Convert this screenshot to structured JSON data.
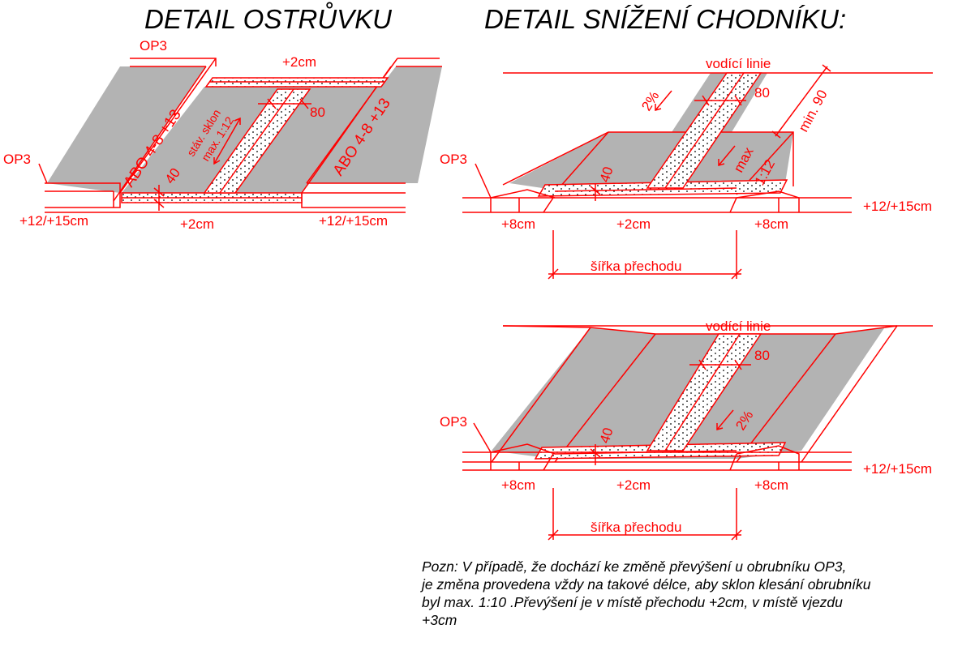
{
  "titles": {
    "island": "DETAIL OSTRŮVKU",
    "sidewalk": "DETAIL SNÍŽENÍ CHODNÍKU:"
  },
  "island": {
    "op3_top": "OP3",
    "op3_left": "OP3",
    "plus2_top": "+2cm",
    "plus2_bottom": "+2cm",
    "curb_left": "+12/+15cm",
    "curb_right": "+12/+15cm",
    "abo_left": "ABO 4-8 +13",
    "abo_right": "ABO 4-8 +13",
    "slope_1": "stáv. sklon",
    "slope_2": "max. 1:12",
    "dim_80": "80",
    "dim_40": "40"
  },
  "lowering1": {
    "guide": "vodící linie",
    "op3": "OP3",
    "pct": "2%",
    "dim_80": "80",
    "dim_40": "40",
    "min90": "min. 90",
    "max_1": "max",
    "max_2": "1:12",
    "curb": "+12/+15cm",
    "plus8_left": "+8cm",
    "plus2": "+2cm",
    "plus8_right": "+8cm",
    "width": "šířka přechodu"
  },
  "lowering2": {
    "guide": "vodící linie",
    "op3": "OP3",
    "pct": "2%",
    "dim_80": "80",
    "dim_40": "40",
    "curb": "+12/+15cm",
    "plus8_left": "+8cm",
    "plus2": "+2cm",
    "plus8_right": "+8cm",
    "width": "šířka přechodu"
  },
  "note": {
    "line1": "Pozn: V případě, že dochází ke změně převýšení u obrubníku OP3,",
    "line2": "je změna provedena vždy na takové délce, aby sklon klesání obrubníku",
    "line3": "byl max. 1:10 .Převýšení je v místě přechodu +2cm, v místě vjezdu",
    "line4": "+3cm"
  },
  "colors": {
    "line": "#ff0000",
    "surface": "#b3b3b3",
    "text": "#000000"
  }
}
